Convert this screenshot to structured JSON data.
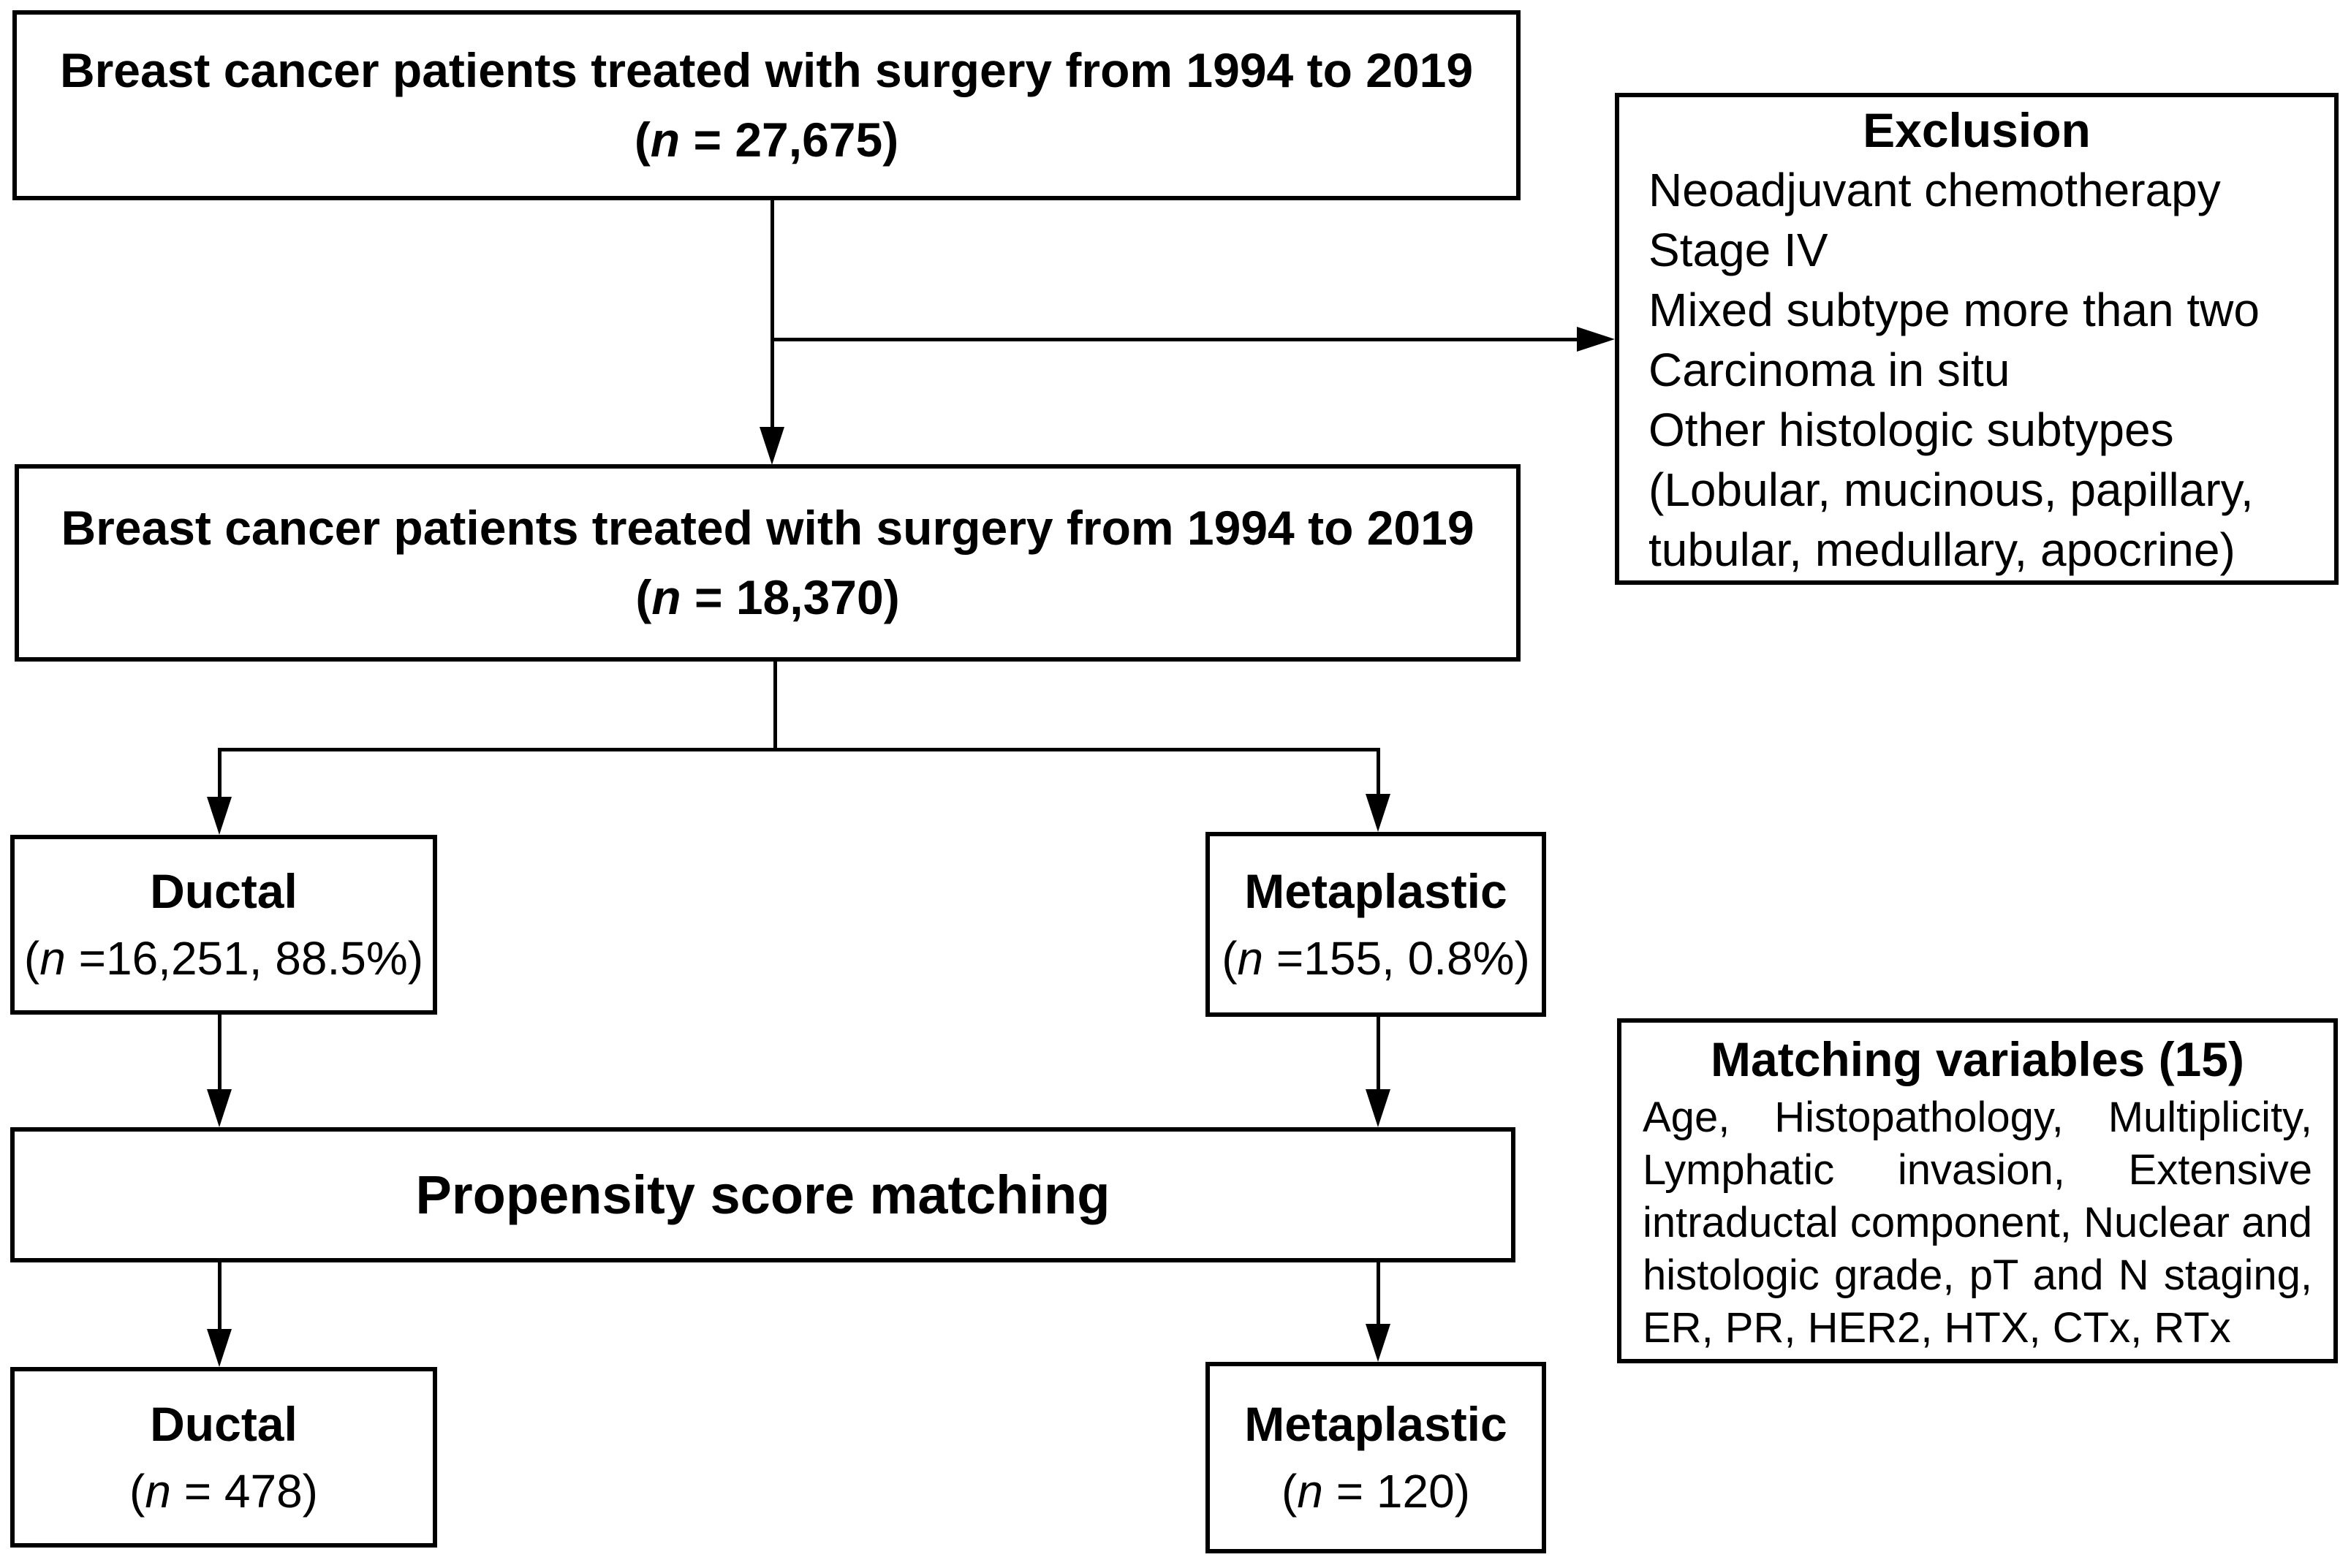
{
  "figure": {
    "background": "#ffffff",
    "ink": "#000000",
    "cohort_initial": {
      "title": "Breast cancer patients treated with surgery from 1994 to 2019",
      "stat": {
        "open": "(",
        "var": "n",
        "rest": " = 27,675)"
      }
    },
    "exclusion": {
      "title": "Exclusion",
      "items": [
        "Neoadjuvant chemotherapy",
        "Stage IV",
        "Mixed subtype more than two",
        "Carcinoma in situ",
        "Other histologic subtypes (Lobular, mucinous, papillary, tubular, medullary, apocrine)"
      ]
    },
    "cohort_filtered": {
      "title": "Breast cancer patients treated with surgery from 1994 to 2019",
      "stat": {
        "open": "(",
        "var": "n",
        "rest": " = 18,370)"
      }
    },
    "ductal": {
      "label": "Ductal",
      "stat": {
        "open": "(",
        "var": "n",
        "rest": " =16,251, 88.5%)"
      }
    },
    "metaplastic": {
      "label": "Metaplastic",
      "stat": {
        "open": "(",
        "var": "n",
        "rest": " =155, 0.8%)"
      }
    },
    "psm": {
      "label": "Propensity score matching"
    },
    "matching": {
      "title": "Matching variables (15)",
      "body": "Age, Histopathology, Multiplicity, Lymphatic invasion, Extensive intraductal component, Nuclear and histologic grade, pT and N staging, ER, PR, HER2, HTX, CTx, RTx"
    },
    "ductal_matched": {
      "label": "Ductal",
      "stat": {
        "open": "(",
        "var": "n",
        "rest": " = 478)"
      }
    },
    "metaplastic_matched": {
      "label": "Metaplastic",
      "stat": {
        "open": "(",
        "var": "n",
        "rest": " = 120)"
      }
    }
  }
}
